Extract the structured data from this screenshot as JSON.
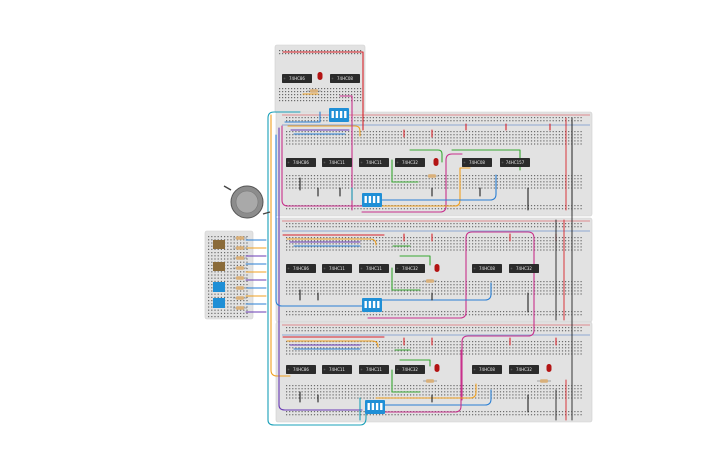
{
  "chips": {
    "top": [
      "74HC86",
      "74HC08"
    ],
    "row1": [
      "74HC86",
      "74HC11",
      "74HC11",
      "74HC32",
      "74HC08",
      "74HC157"
    ],
    "row2": [
      "74HC86",
      "74HC11",
      "74HC11",
      "74HC32",
      "74HC08",
      "74HC32"
    ],
    "row3": [
      "74HC86",
      "74HC11",
      "74HC11",
      "74HC32",
      "74HC08",
      "74HC32"
    ]
  },
  "dip_switch_label": "DIP",
  "colors": {
    "breadboard": "#e2e2e2",
    "hole": "#6a6a6a",
    "rail_red": "#d9313d",
    "rail_blue": "#3b6fc2",
    "chip": "#2b2b2b",
    "dip_switch": "#1f8fd6",
    "led_red": "#b31414",
    "resistor": "#d9b07a",
    "battery": "#8c8c8c",
    "wire_orange": "#f0a020",
    "wire_blue": "#2a7fd4",
    "wire_purple": "#6a3bb5",
    "wire_magenta": "#c8308c",
    "wire_green": "#38a832",
    "wire_red": "#d8232a",
    "wire_black": "#222222",
    "wire_teal": "#1aa0b8"
  }
}
